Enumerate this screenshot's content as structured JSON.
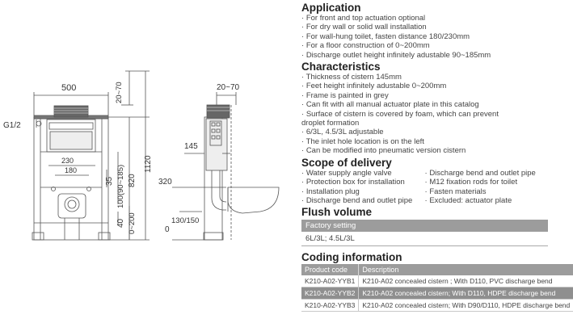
{
  "drawing": {
    "dim_500": "500",
    "dim_20_70_left": "20~70",
    "dim_20_70_right": "20~70",
    "dim_g12": "G1/2",
    "dim_230": "230",
    "dim_180": "180",
    "dim_35": "35",
    "dim_100": "100(90~185)",
    "dim_820": "820",
    "dim_1120": "1120",
    "dim_40": "40",
    "dim_0_200": "0~200",
    "dim_145": "145",
    "dim_320": "320",
    "dim_0": "0",
    "dim_130_150": "130/150"
  },
  "application": {
    "title": "Application",
    "items": [
      "For front and top actuation optional",
      "For dry wall or solid wall  installation",
      "For wall-hung toilet, fasten  distance 180/230mm",
      "For a floor construction of  0~200mm",
      "Discharge outlet  height infinitely adustable 90~185mm"
    ]
  },
  "characteristics": {
    "title": "Characteristics",
    "items": [
      "Thickness of cistern 145mm",
      "Feet height infinitely adustable 0~200mm",
      "Frame is painted in grey",
      "Can fit with all manual actuator plate in this catalog",
      "Surface of cistern is covered by foam, which can prevent",
      "droplet formation",
      "6/3L, 4.5/3L adjustable",
      "The inlet hole location is on the left",
      "Can be modified into pneumatic version cistern"
    ]
  },
  "delivery": {
    "title": "Scope of delivery",
    "left": [
      "Water supply angle valve",
      "Protection box for installation",
      "Installation plug",
      "Discharge bend and outlet pipe"
    ],
    "right": [
      "Discharge bend and outlet pipe",
      "M12 fixation rods for toilet",
      "Fasten materials",
      "Excluded:  actuator plate"
    ]
  },
  "flush": {
    "title": "Flush volume",
    "header": "Factory setting",
    "value": "6L/3L; 4.5L/3L"
  },
  "coding": {
    "title": "Coding information",
    "col1": "Product code",
    "col2": "Description",
    "rows": [
      {
        "code": "K210-A02-YYB1",
        "desc": "K210-A02 concealed cistern ; With D110, PVC discharge bend"
      },
      {
        "code": "K210-A02-YYB2",
        "desc": "K210-A02 concealed cistern; With D110, HDPE discharge bend"
      },
      {
        "code": "K210-A02-YYB3",
        "desc": "K210-A02 concealed cistern; With D90/D110, HDPE discharge bend"
      }
    ]
  }
}
